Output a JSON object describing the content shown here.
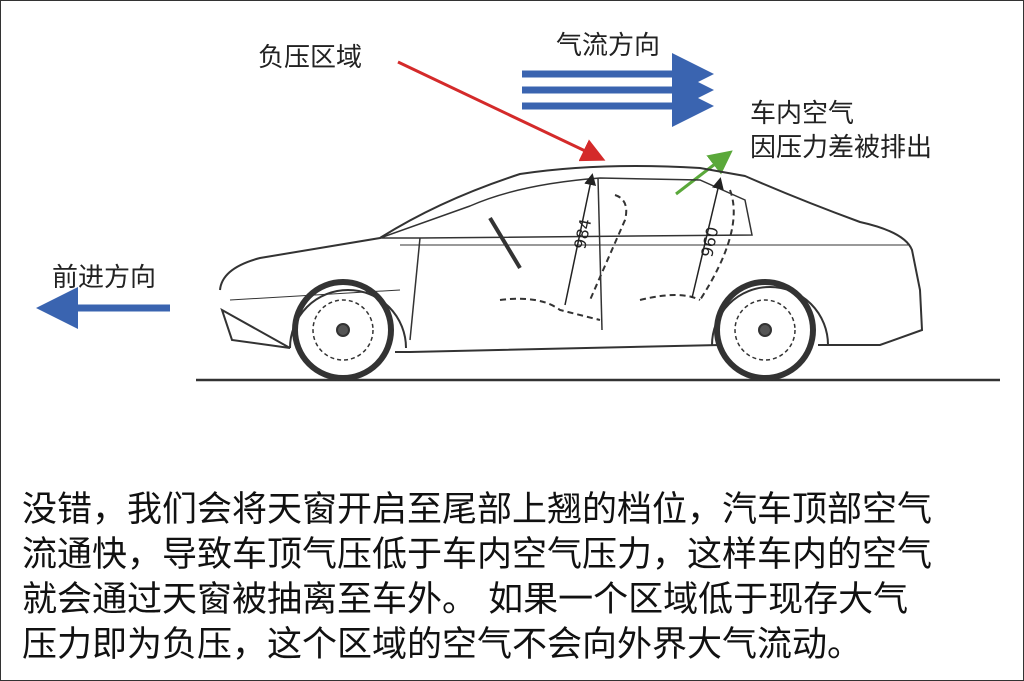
{
  "labels": {
    "negative_pressure": "负压区域",
    "airflow_direction": "气流方向",
    "cabin_air_line1": "车内空气",
    "cabin_air_line2": "因压力差被排出",
    "forward_direction": "前进方向",
    "dim_front": "984",
    "dim_rear": "960"
  },
  "colors": {
    "airflow_arrow": "#3a64b0",
    "pressure_arrow": "#d42a2a",
    "exhaust_arrow": "#5aa83a"
  },
  "paragraph": [
    "没错，我们会将天窗开启至尾部上翘的档位，汽车顶部空气",
    "流通快，导致车顶气压低于车内空气压力，这样车内的空气",
    "就会通过天窗被抽离至车外。 如果一个区域低于现存大气",
    "压力即为负压，这个区域的空气不会向外界大气流动。"
  ]
}
